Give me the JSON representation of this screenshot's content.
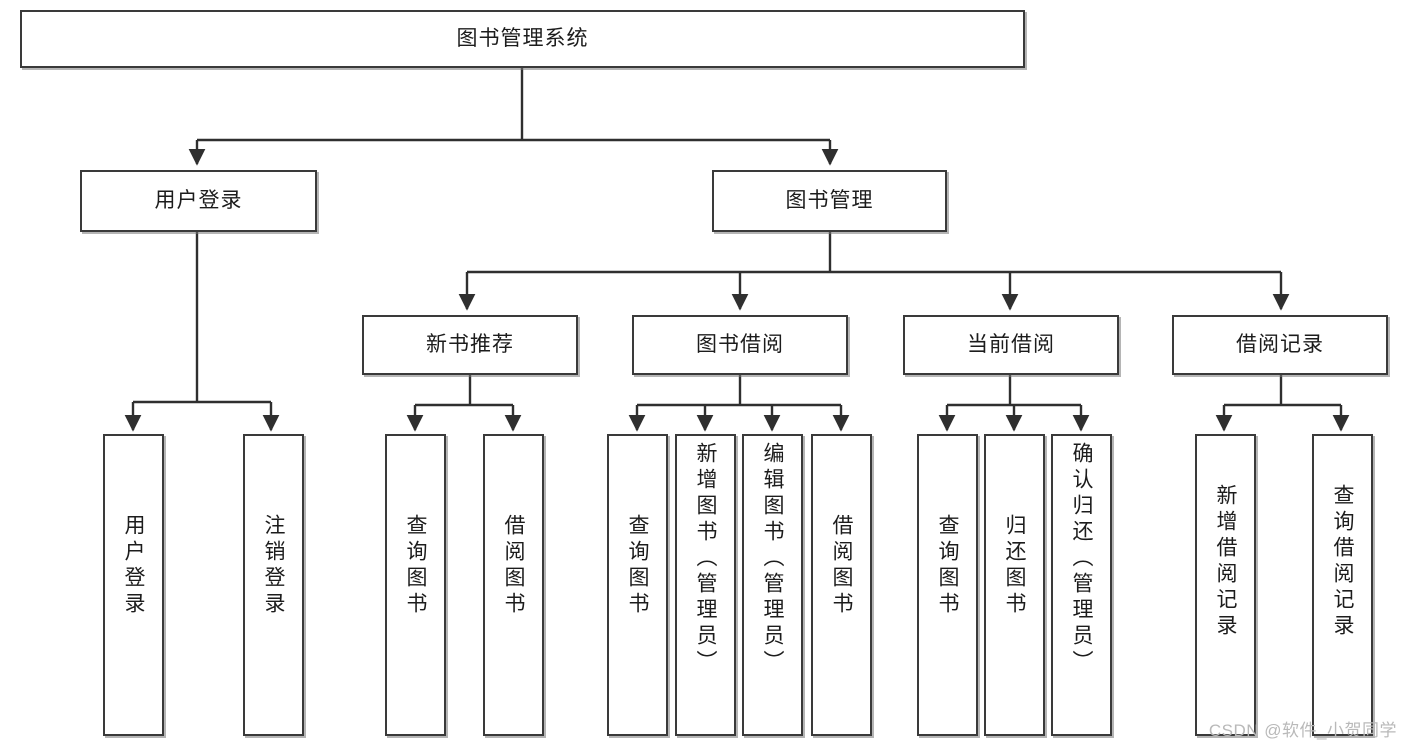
{
  "diagram": {
    "type": "tree",
    "title": "图书管理系统",
    "watermark": "CSDN @软件_小贺同学",
    "colors": {
      "box_border": "#3a3a3a",
      "box_fill": "#ffffff",
      "edge": "#2f2f2f",
      "text": "#1c1c1c",
      "watermark": "#b9b9b9"
    },
    "levels": {
      "root": {
        "label": "图书管理系统"
      },
      "level2": [
        {
          "label": "用户登录"
        },
        {
          "label": "图书管理"
        }
      ],
      "level3": [
        {
          "label": "新书推荐"
        },
        {
          "label": "图书借阅"
        },
        {
          "label": "当前借阅"
        },
        {
          "label": "借阅记录"
        }
      ],
      "leaves": [
        {
          "label": "用户登录",
          "parent": "用户登录"
        },
        {
          "label": "注销登录",
          "parent": "用户登录"
        },
        {
          "label": "查询图书",
          "parent": "新书推荐"
        },
        {
          "label": "借阅图书",
          "parent": "新书推荐"
        },
        {
          "label": "查询图书",
          "parent": "图书借阅"
        },
        {
          "label": "新增图书（管理员）",
          "parent": "图书借阅"
        },
        {
          "label": "编辑图书（管理员）",
          "parent": "图书借阅"
        },
        {
          "label": "借阅图书",
          "parent": "图书借阅"
        },
        {
          "label": "查询图书",
          "parent": "当前借阅"
        },
        {
          "label": "归还图书",
          "parent": "当前借阅"
        },
        {
          "label": "确认归还（管理员）",
          "parent": "当前借阅"
        },
        {
          "label": "新增借阅记录",
          "parent": "借阅记录"
        },
        {
          "label": "查询借阅记录",
          "parent": "借阅记录"
        }
      ]
    }
  }
}
